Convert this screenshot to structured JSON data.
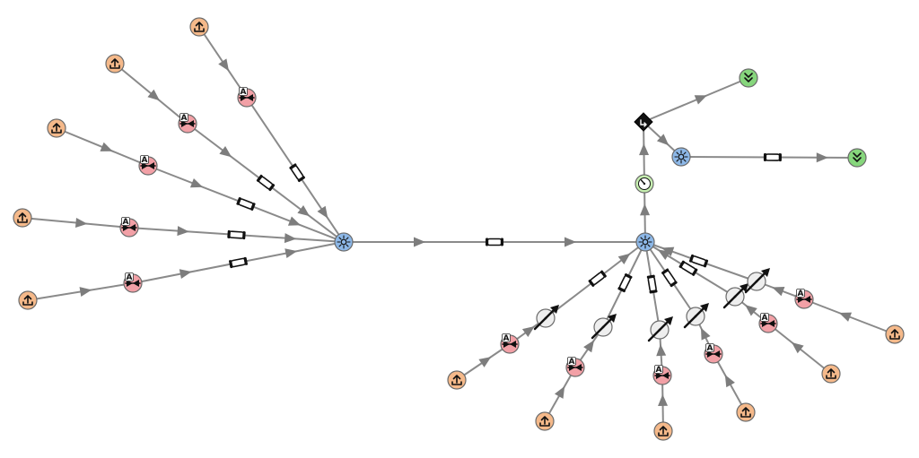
{
  "diagram": {
    "colors": {
      "source": "#f5b98a",
      "valve": "#f2a0a6",
      "junction": "#8db8e8",
      "meter": "#c6efb0",
      "sink": "#86d67c",
      "regulator": "#eeeeee",
      "switch": "#111111",
      "edge": "#8a8a8a"
    },
    "icons": {
      "source": "upload-arrow-icon",
      "valve": "bowtie-valve-icon",
      "junction": "gear-hub-icon",
      "meter": "gauge-icon",
      "sink": "double-chevron-down-icon",
      "regulator": "adjustable-regulator-icon",
      "switch": "diamond-switch-icon",
      "pipe": "pipe-segment-icon"
    },
    "valve_letter": "A",
    "nodes": [
      {
        "id": "s1",
        "kind": "source"
      },
      {
        "id": "s2",
        "kind": "source"
      },
      {
        "id": "s3",
        "kind": "source"
      },
      {
        "id": "s4",
        "kind": "source"
      },
      {
        "id": "s5",
        "kind": "source"
      },
      {
        "id": "v1",
        "kind": "valve"
      },
      {
        "id": "v2",
        "kind": "valve"
      },
      {
        "id": "v3",
        "kind": "valve"
      },
      {
        "id": "v4",
        "kind": "valve"
      },
      {
        "id": "v5",
        "kind": "valve"
      },
      {
        "id": "j1",
        "kind": "junction"
      },
      {
        "id": "j2",
        "kind": "junction"
      },
      {
        "id": "m1",
        "kind": "meter"
      },
      {
        "id": "sw",
        "kind": "switch"
      },
      {
        "id": "j3",
        "kind": "junction"
      },
      {
        "id": "k1",
        "kind": "sink"
      },
      {
        "id": "k2",
        "kind": "sink"
      },
      {
        "id": "rs1",
        "kind": "source"
      },
      {
        "id": "rs2",
        "kind": "source"
      },
      {
        "id": "rs3",
        "kind": "source"
      },
      {
        "id": "rs4",
        "kind": "source"
      },
      {
        "id": "rs5",
        "kind": "source"
      },
      {
        "id": "rs6",
        "kind": "source"
      },
      {
        "id": "rv1",
        "kind": "valve"
      },
      {
        "id": "rv2",
        "kind": "valve"
      },
      {
        "id": "rv3",
        "kind": "valve"
      },
      {
        "id": "rv4",
        "kind": "valve"
      },
      {
        "id": "rv5",
        "kind": "valve"
      },
      {
        "id": "rv6",
        "kind": "valve"
      },
      {
        "id": "rg1",
        "kind": "regulator"
      },
      {
        "id": "rg2",
        "kind": "regulator"
      },
      {
        "id": "rg3",
        "kind": "regulator"
      },
      {
        "id": "rg4",
        "kind": "regulator"
      },
      {
        "id": "rg5",
        "kind": "regulator"
      },
      {
        "id": "rg6",
        "kind": "regulator"
      }
    ],
    "edges": [
      {
        "from": "s1",
        "to": "v1"
      },
      {
        "from": "v1",
        "to": "j1",
        "pipe": true
      },
      {
        "from": "s2",
        "to": "v2"
      },
      {
        "from": "v2",
        "to": "j1",
        "pipe": true
      },
      {
        "from": "s3",
        "to": "v3"
      },
      {
        "from": "v3",
        "to": "j1",
        "pipe": true
      },
      {
        "from": "s4",
        "to": "v4"
      },
      {
        "from": "v4",
        "to": "j1",
        "pipe": true
      },
      {
        "from": "s5",
        "to": "v5"
      },
      {
        "from": "v5",
        "to": "j1",
        "pipe": true
      },
      {
        "from": "j1",
        "to": "j2",
        "pipe": true
      },
      {
        "from": "j2",
        "to": "m1"
      },
      {
        "from": "m1",
        "to": "sw"
      },
      {
        "from": "sw",
        "to": "k1"
      },
      {
        "from": "sw",
        "to": "j3"
      },
      {
        "from": "j3",
        "to": "k2",
        "pipe": true
      },
      {
        "from": "rs1",
        "to": "rv1"
      },
      {
        "from": "rv1",
        "to": "rg1"
      },
      {
        "from": "rg1",
        "to": "j2",
        "pipe": true
      },
      {
        "from": "rs2",
        "to": "rv2"
      },
      {
        "from": "rv2",
        "to": "rg2"
      },
      {
        "from": "rg2",
        "to": "j2",
        "pipe": true
      },
      {
        "from": "rs3",
        "to": "rv3"
      },
      {
        "from": "rv3",
        "to": "rg3"
      },
      {
        "from": "rg3",
        "to": "j2",
        "pipe": true
      },
      {
        "from": "rs4",
        "to": "rv4"
      },
      {
        "from": "rv4",
        "to": "rg4"
      },
      {
        "from": "rg4",
        "to": "j2",
        "pipe": true
      },
      {
        "from": "rs5",
        "to": "rv5"
      },
      {
        "from": "rv5",
        "to": "rg5"
      },
      {
        "from": "rg5",
        "to": "j2",
        "pipe": true
      },
      {
        "from": "rs6",
        "to": "rv6"
      },
      {
        "from": "rv6",
        "to": "rg6"
      },
      {
        "from": "rg6",
        "to": "j2",
        "pipe": true
      }
    ]
  }
}
